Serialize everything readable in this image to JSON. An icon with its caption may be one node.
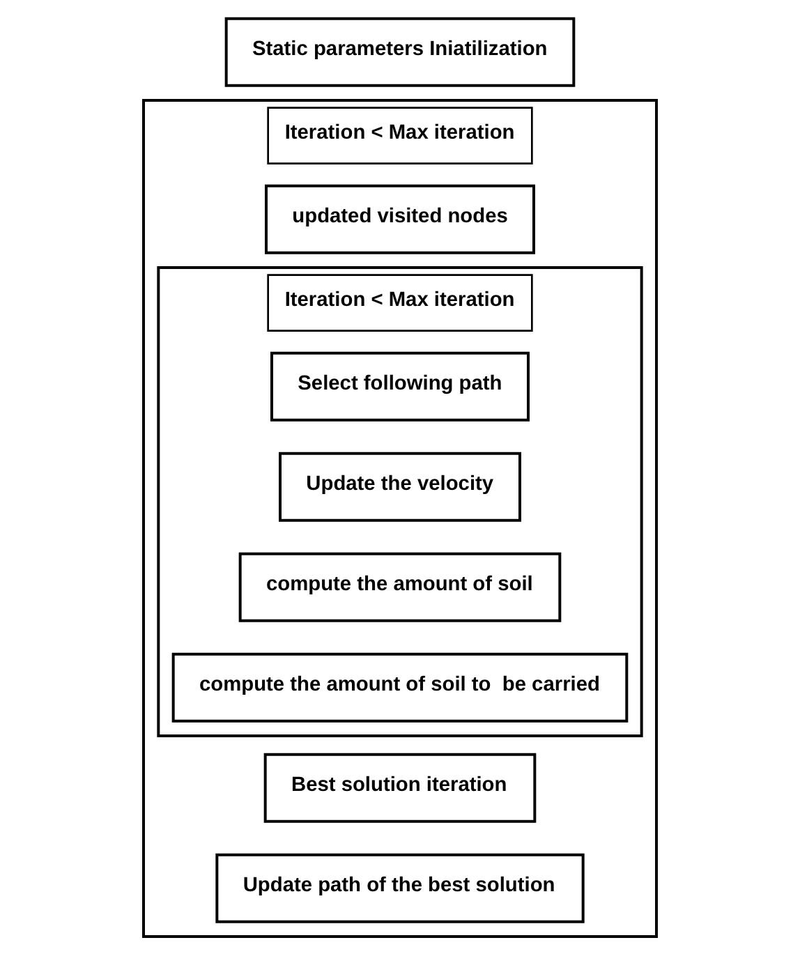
{
  "diagram": {
    "nodes": [
      {
        "text": [
          "Static parameters Iniatilization"
        ]
      },
      {
        "text": [
          "Iteration < Max iteration"
        ]
      },
      {
        "text": [
          "updated visited nodes"
        ],
        "in": 1
      },
      {
        "text": [
          "Iteration < Max iteration"
        ],
        "in": 1
      },
      {
        "text": [
          "Select following path"
        ],
        "in": 3
      },
      {
        "text": [
          "Update the velocity"
        ],
        "in": 3
      },
      {
        "text": [
          "compute the amount of soil"
        ],
        "in": 3
      },
      {
        "text": [
          "compute the amount of soil to  be carried"
        ],
        "in": 3
      },
      {
        "text": [
          "Best solution iteration"
        ],
        "in": 1
      },
      {
        "text": [
          "Update path of the best solution"
        ],
        "in": 1
      }
    ],
    "edges": []
  }
}
